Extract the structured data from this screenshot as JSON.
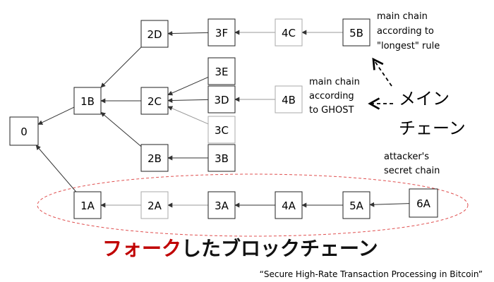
{
  "nodes": [
    {
      "id": "0",
      "label": "0"
    },
    {
      "id": "1B",
      "label": "1B"
    },
    {
      "id": "2D",
      "label": "2D"
    },
    {
      "id": "3F",
      "label": "3F"
    },
    {
      "id": "4C",
      "label": "4C"
    },
    {
      "id": "5B",
      "label": "5B"
    },
    {
      "id": "3E",
      "label": "3E"
    },
    {
      "id": "2C",
      "label": "2C"
    },
    {
      "id": "3D",
      "label": "3D"
    },
    {
      "id": "4B",
      "label": "4B"
    },
    {
      "id": "3C",
      "label": "3C"
    },
    {
      "id": "2B",
      "label": "2B"
    },
    {
      "id": "3B",
      "label": "3B"
    },
    {
      "id": "1A",
      "label": "1A"
    },
    {
      "id": "2A",
      "label": "2A"
    },
    {
      "id": "3A",
      "label": "3A"
    },
    {
      "id": "4A",
      "label": "4A"
    },
    {
      "id": "5A",
      "label": "5A"
    },
    {
      "id": "6A",
      "label": "6A"
    }
  ],
  "edges": [
    [
      "5B",
      "4C"
    ],
    [
      "4C",
      "3F"
    ],
    [
      "3F",
      "2D"
    ],
    [
      "2D",
      "1B"
    ],
    [
      "3E",
      "2C"
    ],
    [
      "3D",
      "2C"
    ],
    [
      "3C",
      "2C"
    ],
    [
      "4B",
      "3D"
    ],
    [
      "2C",
      "1B"
    ],
    [
      "2B",
      "1B"
    ],
    [
      "3B",
      "2B"
    ],
    [
      "1B",
      "0"
    ],
    [
      "6A",
      "5A"
    ],
    [
      "5A",
      "4A"
    ],
    [
      "4A",
      "3A"
    ],
    [
      "3A",
      "2A"
    ],
    [
      "2A",
      "1A"
    ],
    [
      "1A",
      "0"
    ]
  ],
  "annotations": {
    "longest_lines": [
      "main chain",
      "according to",
      "\"longest\" rule"
    ],
    "ghost_lines": [
      "main chain",
      "according",
      "to GHOST"
    ],
    "attacker_lines": [
      "attacker's",
      "secret chain"
    ],
    "main_chain_jp_lines": [
      "メイン",
      "チェーン"
    ]
  },
  "title": {
    "red": "フォーク",
    "black": "したブロックチェーン"
  },
  "citation": "“Secure High-Rate Transaction Processing in Bitcoin”",
  "colors": {
    "title_red": "#c00000",
    "secret_chain_ellipse": "#e05050"
  }
}
